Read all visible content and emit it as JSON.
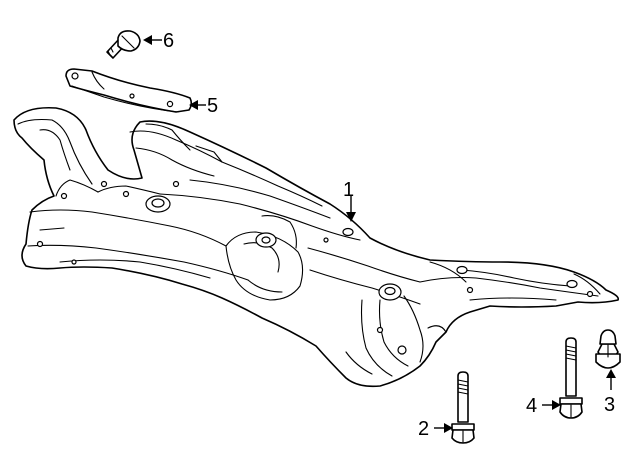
{
  "diagram": {
    "callouts": [
      {
        "number": "1",
        "part": "crossmember-frame"
      },
      {
        "number": "2",
        "part": "front-bolt"
      },
      {
        "number": "3",
        "part": "nut"
      },
      {
        "number": "4",
        "part": "rear-bolt"
      },
      {
        "number": "5",
        "part": "support-bracket"
      },
      {
        "number": "6",
        "part": "bracket-bolt"
      }
    ],
    "colors": {
      "line": "#000000",
      "background": "#ffffff"
    }
  }
}
